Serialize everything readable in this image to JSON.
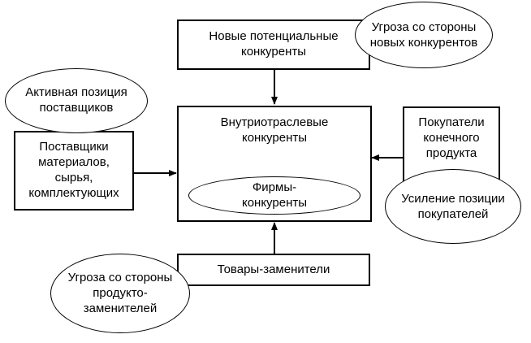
{
  "new_competitors": "Новые потенциальные\nконкуренты",
  "threat_new": "Угроза со стороны\nновых конкурентов",
  "supplier_power": "Активная позиция\nпоставщиков",
  "suppliers": "Поставщики\nматериалов,\nсырья,\nкомплектующих",
  "industry_competitors": "Внутриотраслевые\nконкуренты",
  "rival_firms": "Фирмы-\nконкуренты",
  "buyers": "Покупатели\nконечного\nпродукта",
  "buyer_power": "Усиление позиции\nпокупателей",
  "substitutes": "Товары-заменители",
  "threat_substitutes": "Угроза со стороны\nпродукто-\nзаменителей"
}
